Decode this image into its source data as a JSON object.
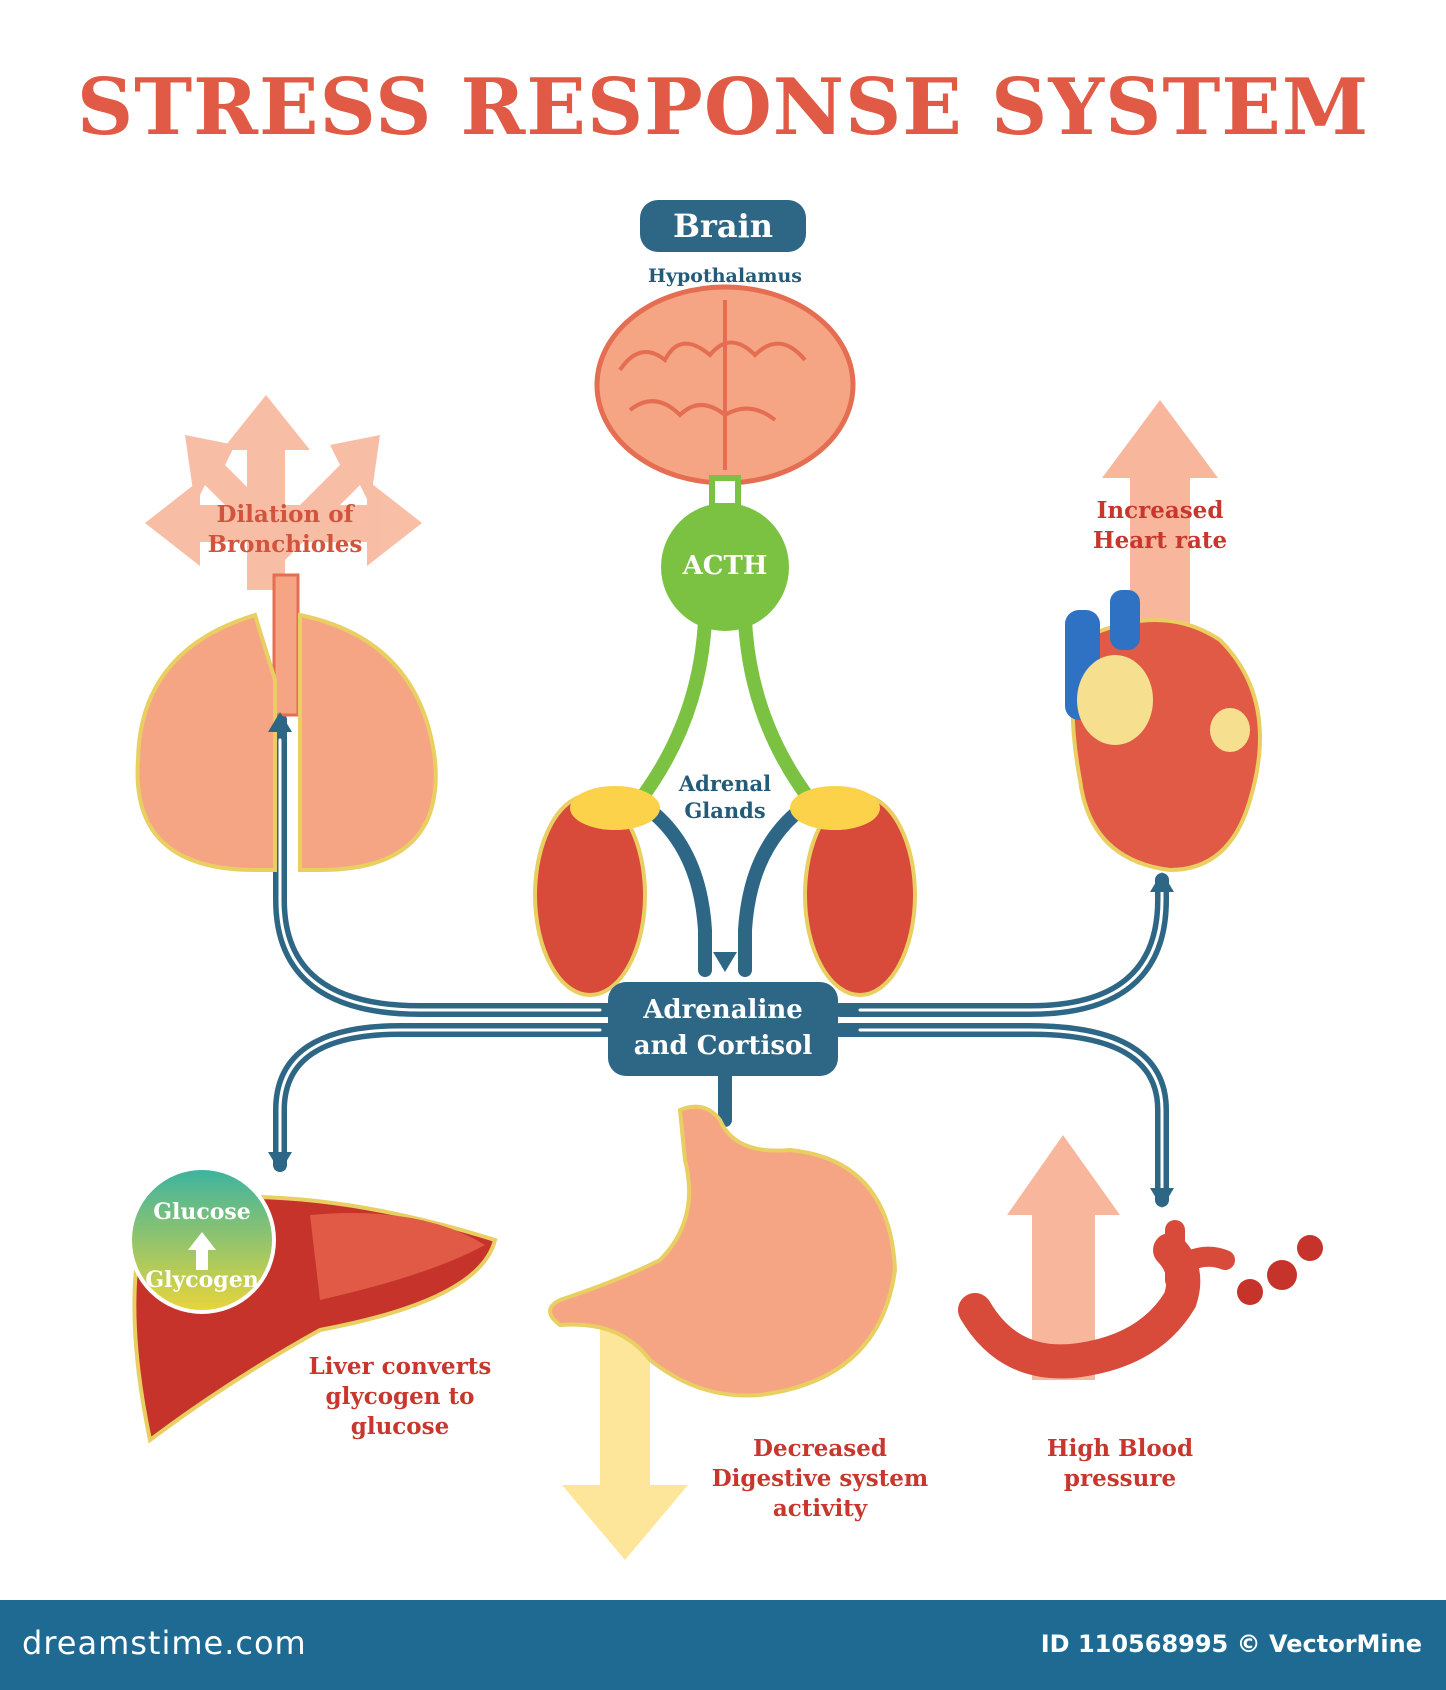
{
  "title": "STRESS RESPONSE SYSTEM",
  "brain": {
    "label": "Brain",
    "sublabel": "Hypothalamus"
  },
  "acth": "ACTH",
  "adrenal": {
    "line1": "Adrenal",
    "line2": "Glands"
  },
  "hormones": {
    "line1": "Adrenaline",
    "line2": "and Cortisol"
  },
  "lungs": {
    "line1": "Dilation of",
    "line2": "Bronchioles"
  },
  "heart": {
    "line1": "Increased",
    "line2": "Heart rate"
  },
  "liver": {
    "line1": "Liver converts",
    "line2": "glycogen to",
    "line3": "glucose"
  },
  "glucose_badge": {
    "top": "Glucose",
    "bottom": "Glycogen"
  },
  "digestive": {
    "line1": "Decreased",
    "line2": "Digestive system",
    "line3": "activity"
  },
  "blood_pressure": {
    "line1": "High Blood",
    "line2": "pressure"
  },
  "footer": {
    "site": "dreamstime.com",
    "id": "ID 110568995 © VectorMine"
  },
  "colors": {
    "title_red": "#e05a45",
    "label_red": "#c8372d",
    "navy": "#2e6785",
    "acth_green": "#7cc242",
    "organ_salmon": "#f5a584",
    "arrow_peach": "#f8b79c",
    "arrow_yellow": "#fde59a"
  }
}
